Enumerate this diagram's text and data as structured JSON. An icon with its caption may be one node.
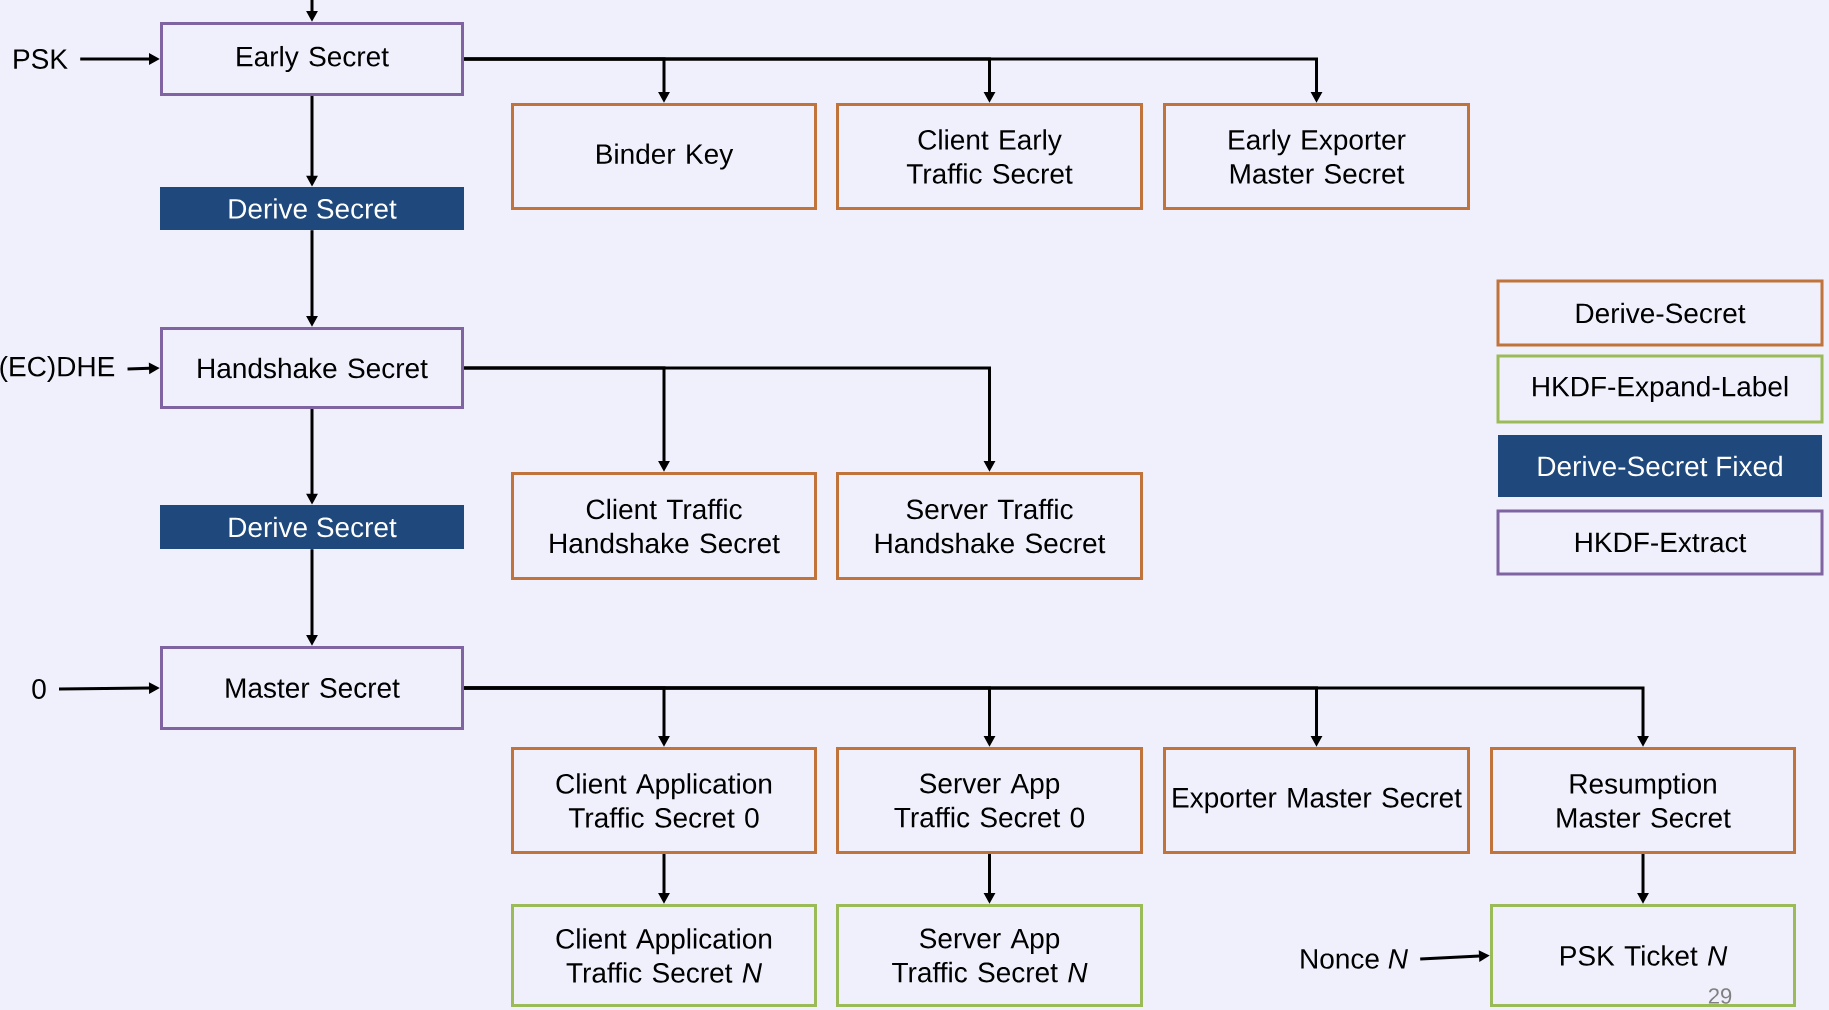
{
  "diagram": {
    "nodes": [
      {
        "text": [
          "PSK"
        ]
      },
      {
        "text": [
          "Early Secret"
        ]
      },
      {
        "text": [
          "Binder Key"
        ]
      },
      {
        "text": [
          "Client Early Traffic Secret"
        ]
      },
      {
        "text": [
          "Early Exporter Master Secret"
        ]
      },
      {
        "text": [
          "Derive Secret"
        ]
      },
      {
        "text": [
          "(EC)DHE"
        ]
      },
      {
        "text": [
          "Handshake Secret"
        ]
      },
      {
        "text": [
          "Client Traffic Handshake Secret"
        ]
      },
      {
        "text": [
          "Server Traffic Handshake Secret"
        ]
      },
      {
        "text": [
          "Derive Secret"
        ]
      },
      {
        "text": [
          "0"
        ]
      },
      {
        "text": [
          "Master Secret"
        ]
      },
      {
        "text": [
          "Client Application Traffic Secret 0"
        ]
      },
      {
        "text": [
          "Server App Traffic Secret 0"
        ]
      },
      {
        "text": [
          "Exporter Master Secret"
        ]
      },
      {
        "text": [
          "Resumption Master Secret"
        ]
      },
      {
        "text": [
          "Client Application Traffic Secret *N*"
        ]
      },
      {
        "text": [
          "Server App Traffic Secret *N*"
        ]
      },
      {
        "text": [
          "Nonce *N*"
        ]
      },
      {
        "text": [
          "PSK Ticket *N*"
        ]
      }
    ],
    "edges": [
      {
        "from": null,
        "to": 1,
        "arrow": "to"
      },
      {
        "from": 0,
        "to": 1,
        "arrow": "to"
      },
      {
        "from": 1,
        "to": 2,
        "arrow": "to"
      },
      {
        "from": 1,
        "to": 3,
        "arrow": "to"
      },
      {
        "from": 1,
        "to": 4,
        "arrow": "to"
      },
      {
        "from": 1,
        "to": 5,
        "arrow": "to"
      },
      {
        "from": 5,
        "to": 7,
        "arrow": "to"
      },
      {
        "from": 6,
        "to": 7,
        "arrow": "to"
      },
      {
        "from": 7,
        "to": 8,
        "arrow": "to"
      },
      {
        "from": 7,
        "to": 9,
        "arrow": "to"
      },
      {
        "from": 7,
        "to": 10,
        "arrow": "to"
      },
      {
        "from": 10,
        "to": 12,
        "arrow": "to"
      },
      {
        "from": 11,
        "to": 12,
        "arrow": "to"
      },
      {
        "from": 12,
        "to": 13,
        "arrow": "to"
      },
      {
        "from": 12,
        "to": 14,
        "arrow": "to"
      },
      {
        "from": 12,
        "to": 15,
        "arrow": "to"
      },
      {
        "from": 12,
        "to": 16,
        "arrow": "to"
      },
      {
        "from": 13,
        "to": 17,
        "arrow": "to"
      },
      {
        "from": 14,
        "to": 18,
        "arrow": "to"
      },
      {
        "from": 16,
        "to": 20,
        "arrow": "to"
      },
      {
        "from": 19,
        "to": 20,
        "arrow": "to"
      }
    ],
    "labels": [
      "29"
    ],
    "legend": [
      {
        "text": "Derive-Secret",
        "color": "#c0733a"
      },
      {
        "text": "HKDF-Expand-Label",
        "color": "#9bbb59"
      },
      {
        "text": "Derive-Secret Fixed",
        "color": "#1f497d"
      },
      {
        "text": "HKDF-Extract",
        "color": "#8064a2"
      }
    ]
  }
}
